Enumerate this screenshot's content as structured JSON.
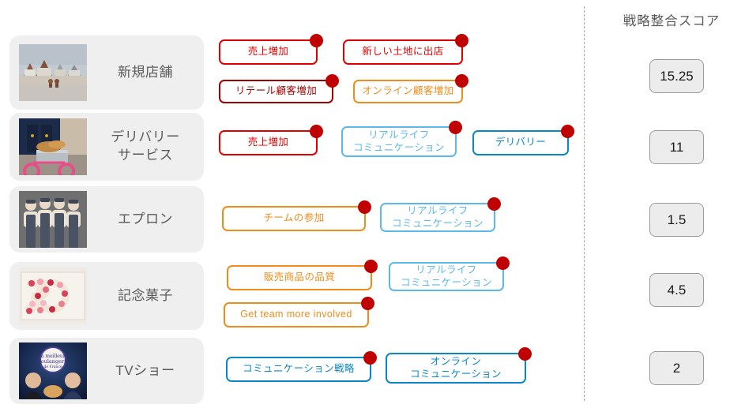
{
  "theme": {
    "card_bg": "#efefef",
    "text_color": "#5a5a5a",
    "dark_red": "#a00000",
    "red": "#e31010",
    "orange": "#f08c1a",
    "light_blue": "#5cb8ea",
    "blue": "#0a87c4",
    "score_box_bg": "#ececec",
    "divider": "#a6a6a6"
  },
  "score_column": {
    "header": "戦略整合スコア"
  },
  "rows": [
    {
      "label": "新規店舗",
      "image_alt": "seaside-houses-horses-photo",
      "score": "15.25",
      "tags": [
        {
          "text": "売上増加",
          "border": "red",
          "dot": "darkred"
        },
        {
          "text": "新しい土地に出店",
          "border": "red",
          "dot": "darkred"
        },
        {
          "text": "リテール顧客増加",
          "border": "darkred",
          "dot": "red"
        },
        {
          "text": "オンライン顧客増加",
          "border": "orange",
          "dot": "ltblue"
        }
      ]
    },
    {
      "label": "デリバリーサービス",
      "label_lines": [
        "デリバリー",
        "サービス"
      ],
      "image_alt": "bakery-delivery-bike-photo",
      "score": "11",
      "tags": [
        {
          "text": "売上増加",
          "border": "red",
          "dot": "darkred"
        },
        {
          "text": "リアルライフ\nコミュニケーション",
          "border": "ltblue",
          "dot": "red"
        },
        {
          "text": "デリバリー",
          "border": "blue",
          "dot": "darkred"
        }
      ]
    },
    {
      "label": "エプロン",
      "image_alt": "bakery-staff-aprons-photo",
      "score": "1.5",
      "tags": [
        {
          "text": "チームの参加",
          "border": "orange",
          "dot": "ltblue"
        },
        {
          "text": "リアルライフ\nコミュニケーション",
          "border": "ltblue",
          "dot": "orange"
        }
      ]
    },
    {
      "label": "記念菓子",
      "image_alt": "anniversary-cake-30-photo",
      "score": "4.5",
      "tags": [
        {
          "text": "販売商品の品質",
          "border": "orange",
          "dot": "orange"
        },
        {
          "text": "リアルライフ\nコミュニケーション",
          "border": "ltblue",
          "dot": "orange"
        },
        {
          "text": "Get team more involved",
          "border": "orange",
          "dot": "red"
        }
      ]
    },
    {
      "label": "TVショー",
      "image_alt": "tv-show-bakers-photo",
      "score": "2",
      "tags": [
        {
          "text": "コミュニケーション戦略",
          "border": "blue",
          "dot": "red"
        },
        {
          "text": "オンライン\nコミュニケーション",
          "border": "blue",
          "dot": "orange"
        }
      ]
    }
  ]
}
